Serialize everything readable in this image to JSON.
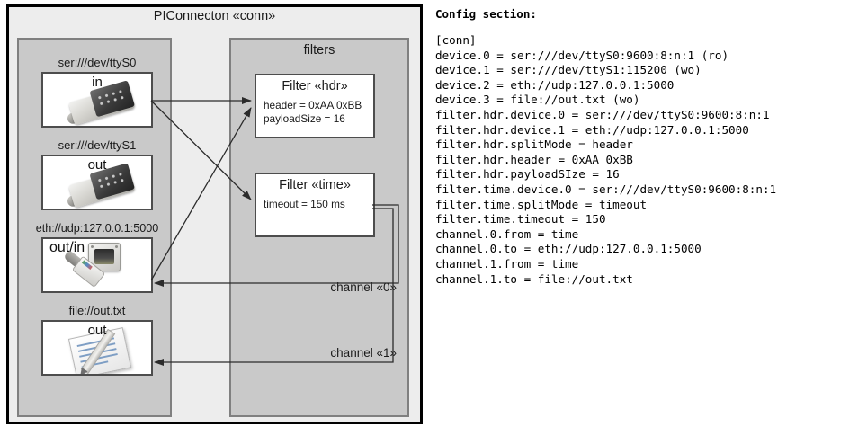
{
  "component": {
    "title": "PIConnecton «conn»",
    "devices_panel": {
      "items": [
        {
          "label": "ser:///dev/ttyS0",
          "direction": "in",
          "icon": "serial-port-icon"
        },
        {
          "label": "ser:///dev/ttyS1",
          "direction": "out",
          "icon": "serial-port-icon"
        },
        {
          "label": "eth://udp:127.0.0.1:5000",
          "direction": "out/in",
          "icon": "ethernet-jack-icon"
        },
        {
          "label": "file://out.txt",
          "direction": "out",
          "icon": "text-file-icon"
        }
      ]
    },
    "filters_panel": {
      "title": "filters",
      "filters": [
        {
          "title": "Filter «hdr»",
          "props": [
            "header = 0xAA 0xBB",
            "payloadSize = 16"
          ]
        },
        {
          "title": "Filter «time»",
          "props": [
            "timeout = 150 ms"
          ]
        }
      ],
      "channels": [
        {
          "label": "channel «0»"
        },
        {
          "label": "channel «1»"
        }
      ]
    }
  },
  "config": {
    "heading": "Config section:",
    "lines": "[conn]\ndevice.0 = ser:///dev/ttyS0:9600:8:n:1 (ro)\ndevice.1 = ser:///dev/ttyS1:115200 (wo)\ndevice.2 = eth://udp:127.0.0.1:5000\ndevice.3 = file://out.txt (wo)\nfilter.hdr.device.0 = ser:///dev/ttyS0:9600:8:n:1\nfilter.hdr.device.1 = eth://udp:127.0.0.1:5000\nfilter.hdr.splitMode = header\nfilter.hdr.header = 0xAA 0xBB\nfilter.hdr.payloadSIze = 16\nfilter.time.device.0 = ser:///dev/ttyS0:9600:8:n:1\nfilter.time.splitMode = timeout\nfilter.time.timeout = 150\nchannel.0.from = time\nchannel.0.to = eth://udp:127.0.0.1:5000\nchannel.1.from = time\nchannel.1.to = file://out.txt"
  },
  "colors": {
    "outer_bg": "#ededed",
    "panel_bg": "#c9c9c9",
    "panel_border": "#808080",
    "box_bg": "#ffffff",
    "box_border": "#4d4d4d",
    "wire": "#2b2b2b"
  }
}
